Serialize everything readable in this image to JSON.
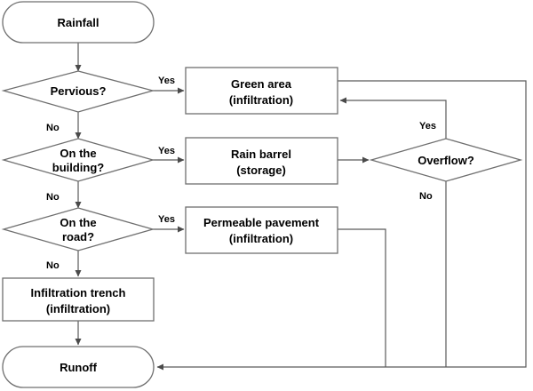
{
  "nodes": {
    "rainfall": "Rainfall",
    "pervious": "Pervious?",
    "green_area": [
      "Green area",
      "(infiltration)"
    ],
    "on_building": [
      "On the",
      "building?"
    ],
    "rain_barrel": [
      "Rain barrel",
      "(storage)"
    ],
    "overflow": "Overflow?",
    "on_road": [
      "On the",
      "road?"
    ],
    "permeable_pavement": [
      "Permeable pavement",
      "(infiltration)"
    ],
    "infiltration_trench": [
      "Infiltration trench",
      "(infiltration)"
    ],
    "runoff": "Runoff"
  },
  "labels": {
    "yes": "Yes",
    "no": "No"
  }
}
